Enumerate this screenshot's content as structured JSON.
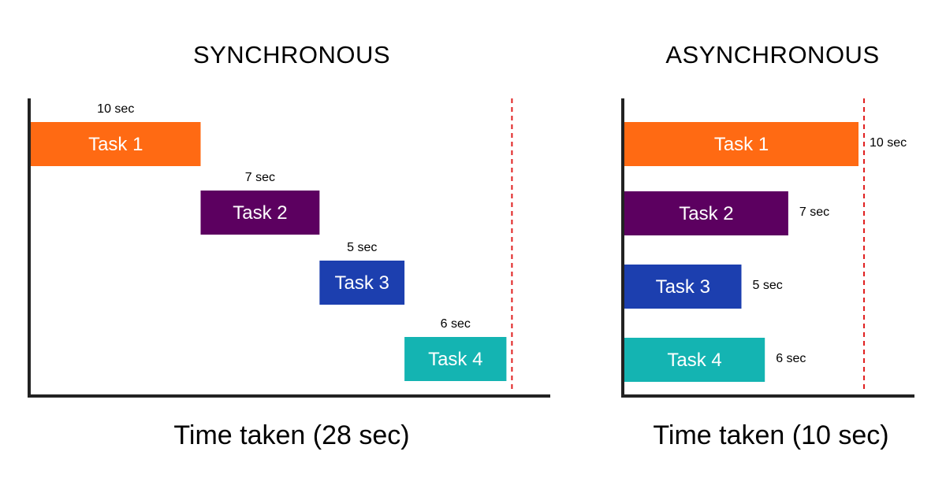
{
  "colors": {
    "axis": "#222222",
    "finish_line": "#e02020",
    "task_1": "#ff6a13",
    "task_2": "#5c0060",
    "task_3": "#1c3faf",
    "task_4": "#14b4b2"
  },
  "sync": {
    "title": "SYNCHRONOUS",
    "caption": "Time taken (28 sec)"
  },
  "async": {
    "title": "ASYNCHRONOUS",
    "caption": "Time taken (10 sec)"
  },
  "chart_data": [
    {
      "type": "bar",
      "orientation": "horizontal",
      "title": "SYNCHRONOUS",
      "xlabel": "Time taken (28 sec)",
      "total_seconds": 28,
      "tasks": [
        {
          "label": "Task 1",
          "start": 0,
          "duration": 10,
          "duration_label": "10 sec",
          "color": "#ff6a13"
        },
        {
          "label": "Task 2",
          "start": 10,
          "duration": 7,
          "duration_label": "7 sec",
          "color": "#5c0060"
        },
        {
          "label": "Task 3",
          "start": 17,
          "duration": 5,
          "duration_label": "5 sec",
          "color": "#1c3faf"
        },
        {
          "label": "Task 4",
          "start": 22,
          "duration": 6,
          "duration_label": "6 sec",
          "color": "#14b4b2"
        }
      ]
    },
    {
      "type": "bar",
      "orientation": "horizontal",
      "title": "ASYNCHRONOUS",
      "xlabel": "Time taken (10 sec)",
      "total_seconds": 10,
      "tasks": [
        {
          "label": "Task 1",
          "start": 0,
          "duration": 10,
          "duration_label": "10 sec",
          "color": "#ff6a13"
        },
        {
          "label": "Task 2",
          "start": 0,
          "duration": 7,
          "duration_label": "7 sec",
          "color": "#5c0060"
        },
        {
          "label": "Task 3",
          "start": 0,
          "duration": 5,
          "duration_label": "5 sec",
          "color": "#1c3faf"
        },
        {
          "label": "Task 4",
          "start": 0,
          "duration": 6,
          "duration_label": "6 sec",
          "color": "#14b4b2"
        }
      ]
    }
  ]
}
